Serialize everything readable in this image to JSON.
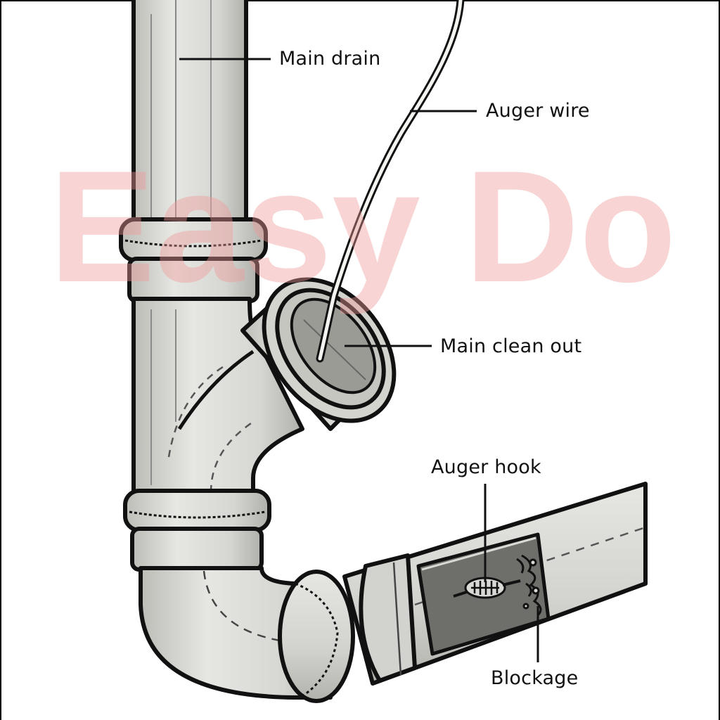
{
  "labels": {
    "main_drain": "Main drain",
    "auger_wire": "Auger wire",
    "main_clean_out": "Main clean out",
    "auger_hook": "Auger hook",
    "blockage": "Blockage"
  },
  "watermark": "Easy Do",
  "colors": {
    "pipe_fill": "#d9d9d5",
    "pipe_shadow": "#b5b5b0",
    "cutaway_dark": "#6e6e6a",
    "outline": "#111111",
    "watermark": "#f09a9a"
  }
}
